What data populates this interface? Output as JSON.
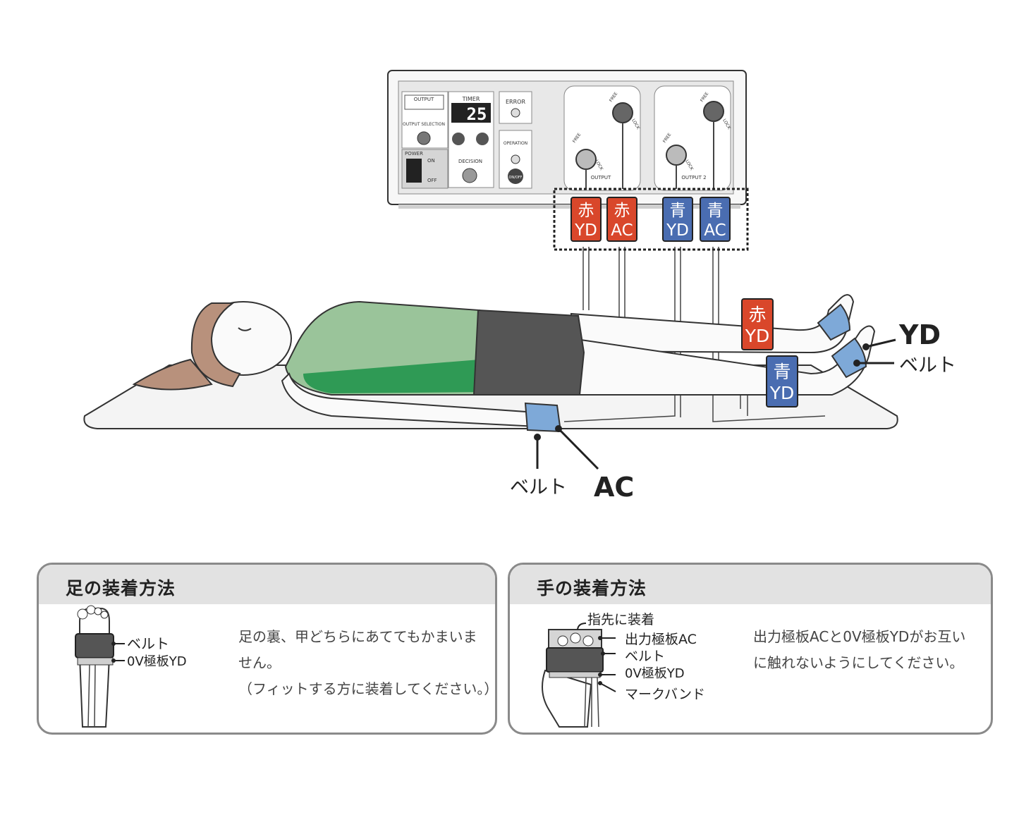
{
  "device": {
    "output_label": "OUTPUT",
    "output_selection_label": "OUTPUT\nSELECTION",
    "timer_label": "TIMER",
    "timer_value": "25",
    "error_label": "ERROR",
    "operation_label": "OPERATION",
    "power_label": "POWER",
    "on_label": "ON",
    "off_label": "OFF",
    "decision_label": "DECISION",
    "onoff_label": "ON/OFF",
    "free_label": "FREE",
    "lock_label": "LOCK",
    "output1_label": "OUTPUT",
    "output2_label": "OUTPUT 2"
  },
  "colors": {
    "red": "#d9472b",
    "blue": "#4a6db1",
    "shirt": "#9ac49a",
    "shorts": "#555555",
    "band": "#7ea9d8",
    "hair": "#b8917c"
  },
  "plugs": [
    {
      "color": "赤",
      "code": "YD"
    },
    {
      "color": "赤",
      "code": "AC"
    },
    {
      "color": "青",
      "code": "YD"
    },
    {
      "color": "青",
      "code": "AC"
    }
  ],
  "leg_tags": [
    {
      "color": "赤",
      "code": "YD"
    },
    {
      "color": "青",
      "code": "YD"
    }
  ],
  "callouts": {
    "yd": "YD",
    "belt_foot": "ベルト",
    "belt_wrist": "ベルト",
    "ac": "AC"
  },
  "foot_panel": {
    "title": "足の装着方法",
    "label_belt": "ベルト",
    "label_plate": "0V極板YD",
    "text_1": "足の裏、甲どちらにあててもかまいま",
    "text_2": "せん。",
    "text_3": "（フィットする方に装着してください。）"
  },
  "hand_panel": {
    "title": "手の装着方法",
    "label_finger": "指先に装着",
    "label_output": "出力極板AC",
    "label_belt": "ベルト",
    "label_plate": "0V極板YD",
    "label_markband": "マークバンド",
    "text_1": "出力極板ACと0V極板YDがお互い",
    "text_2": "に触れないようにしてください。"
  }
}
